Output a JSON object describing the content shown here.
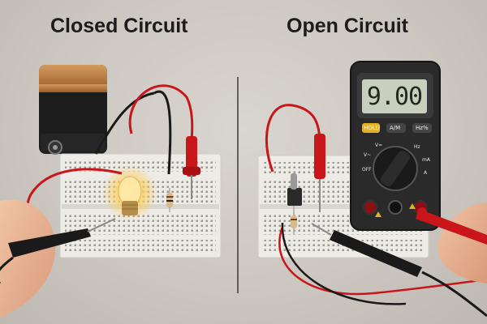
{
  "titles": {
    "closed": "Closed Circuit",
    "open": "Open Circuit"
  },
  "multimeter": {
    "display_value": "9.00",
    "buttons": [
      "HOLD",
      "A/M",
      "Hz%"
    ],
    "dial_labels": [
      "OFF",
      "V~",
      "V=",
      "Hz",
      "mA",
      "A"
    ]
  },
  "colors": {
    "wire_red": "#c8161b",
    "wire_black": "#1a1a1a",
    "breadboard": "#ecebe6",
    "lcd": "#c9cfbf",
    "battery_copper": "#b8763f",
    "bulb_glow": "#ffcf5a"
  },
  "icons": [
    "battery-icon",
    "light-bulb-icon",
    "resistor-icon",
    "toggle-switch-icon",
    "multimeter-icon",
    "probe-icon",
    "hand-icon"
  ]
}
